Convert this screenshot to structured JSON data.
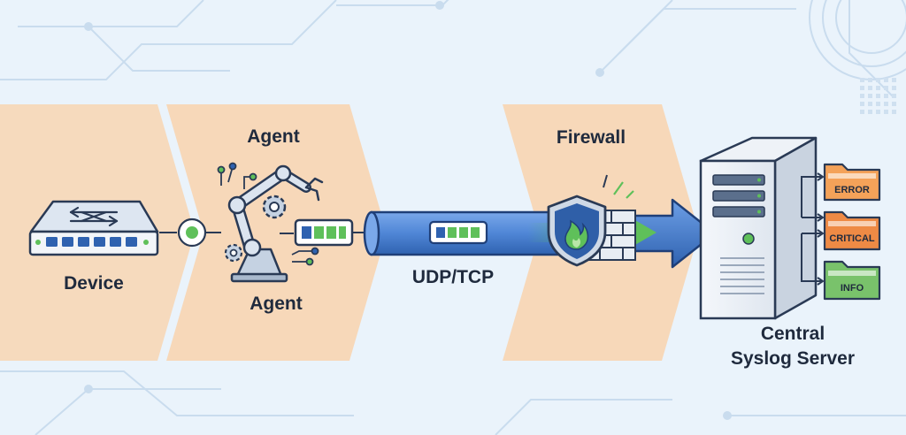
{
  "labels": {
    "device": "Device",
    "agent_top": "Agent",
    "agent_bottom": "Agent",
    "transport": "UDP/TCP",
    "firewall": "Firewall",
    "server_line1": "Central",
    "server_line2": "Syslog Server"
  },
  "log_levels": [
    {
      "label": "ERROR",
      "color": "#f4a259"
    },
    {
      "label": "CRITICAL",
      "color": "#ee8a45"
    },
    {
      "label": "INFO",
      "color": "#79c26b"
    }
  ],
  "colors": {
    "background": "#eaf3fb",
    "stage_band": "#f8d5b1",
    "pipe": "#4f86d6",
    "accent_green": "#5fc05a",
    "arrow_blue": "#4b84dc",
    "text": "#1f2a3d"
  },
  "icons": {
    "device": "network-switch-icon",
    "agent": "robotic-arm-icon",
    "firewall": "shield-flame-icon",
    "server": "server-tower-icon"
  }
}
